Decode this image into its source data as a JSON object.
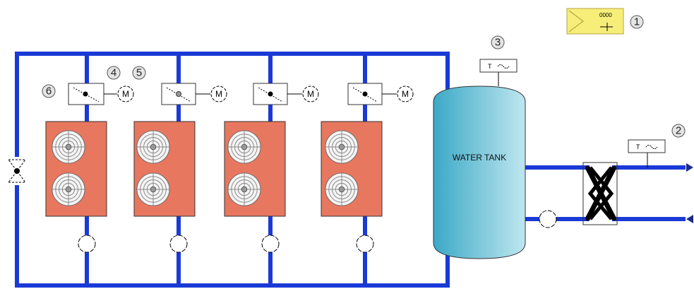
{
  "callouts": [
    "1",
    "2",
    "3",
    "4",
    "5",
    "6"
  ],
  "tank": {
    "label": "WATER TANK"
  },
  "controller": {
    "text": "0000"
  },
  "sensor_letter": "T",
  "motor_letter": "M",
  "colors": {
    "pipe": "#1a3ad6",
    "chiller": "#e8775f",
    "tank_left": "#3ba9c7",
    "tank_right": "#bfe7ef",
    "controller": "#f7ee7a"
  },
  "icons": [
    "controller-icon",
    "temperature-sensor-icon",
    "damper-icon",
    "motor-icon",
    "fan-icon",
    "pump-icon",
    "heat-exchanger-icon",
    "bypass-valve-icon",
    "flow-arrow-icon"
  ]
}
